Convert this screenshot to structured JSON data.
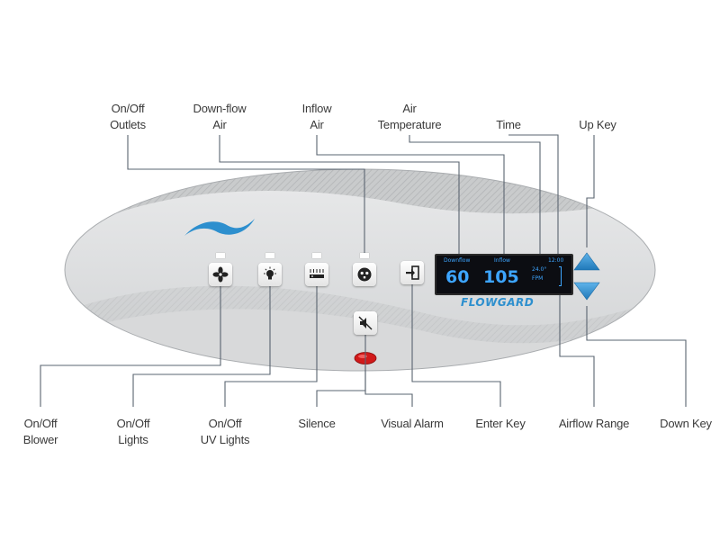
{
  "callouts": {
    "top": [
      {
        "lines": [
          "On/Off",
          "Outlets"
        ]
      },
      {
        "lines": [
          "Down-flow",
          "Air"
        ]
      },
      {
        "lines": [
          "Inflow",
          "Air"
        ]
      },
      {
        "lines": [
          "Air",
          "Temperature"
        ]
      },
      {
        "lines": [
          "Time"
        ]
      },
      {
        "lines": [
          "Up Key"
        ]
      }
    ],
    "bottom": [
      {
        "lines": [
          "On/Off",
          "Blower"
        ]
      },
      {
        "lines": [
          "On/Off",
          "Lights"
        ]
      },
      {
        "lines": [
          "On/Off",
          "UV Lights"
        ]
      },
      {
        "lines": [
          "Silence"
        ]
      },
      {
        "lines": [
          "Visual Alarm"
        ]
      },
      {
        "lines": [
          "Enter Key"
        ]
      },
      {
        "lines": [
          "Airflow Range"
        ]
      },
      {
        "lines": [
          "Down Key"
        ]
      }
    ]
  },
  "display": {
    "downflow_label": "Downflow",
    "inflow_label": "Inflow",
    "time": "12:00",
    "downflow_value": "60",
    "inflow_value": "105",
    "temperature": "24.0°",
    "unit": "FPM"
  },
  "brand": "FLOWGARD",
  "icons": {
    "blower": "fan-icon",
    "lights": "light-bulb-icon",
    "uv_lights": "uv-lamp-icon",
    "outlets": "outlet-icon",
    "enter": "enter-icon",
    "silence": "mute-icon",
    "alarm": "alarm-light-icon",
    "up": "up-arrow-icon",
    "down": "down-arrow-icon"
  },
  "colors": {
    "accent": "#2d8fce",
    "alarm": "#d11a1a",
    "display_text": "#3da5ff",
    "leader_line": "#5a6470"
  }
}
